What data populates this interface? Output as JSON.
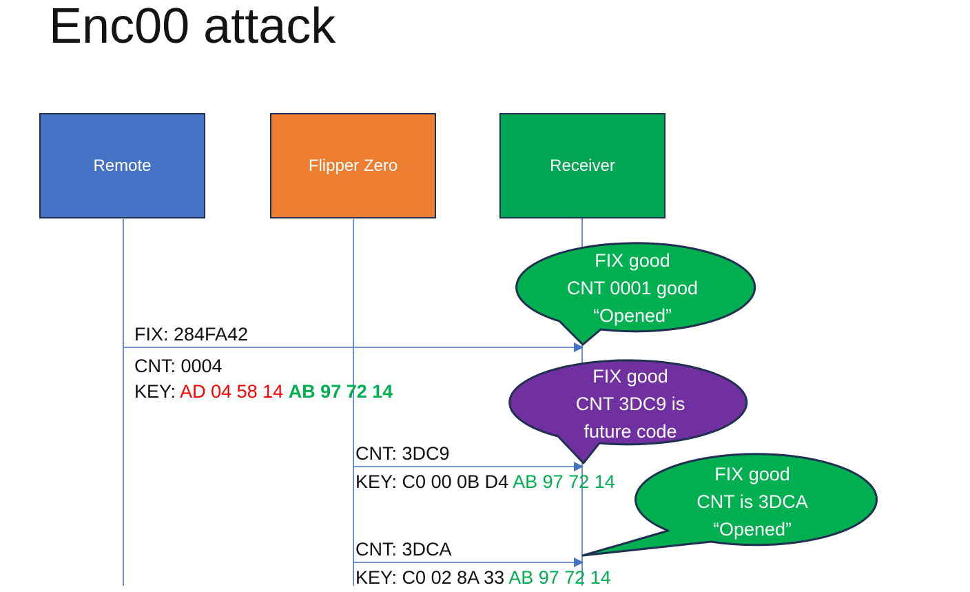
{
  "title": "Enc00 attack",
  "actors": [
    {
      "label": "Remote"
    },
    {
      "label": "Flipper Zero"
    },
    {
      "label": "Receiver"
    }
  ],
  "messages": [
    {
      "from": "Remote",
      "to": "Receiver",
      "line_above": "FIX: 284FA42",
      "line_below_1": "CNT: 0004",
      "key_prefix": "KEY: ",
      "key_changed": "AD 04 58 14 ",
      "key_fixed": "AB 97 72 14"
    },
    {
      "from": "Flipper Zero",
      "to": "Receiver",
      "line_above": "CNT: 3DC9",
      "key_prefix": "KEY: ",
      "key_black": "C0 00 0B D4 ",
      "key_fixed": "AB 97 72 14"
    },
    {
      "from": "Flipper Zero",
      "to": "Receiver",
      "line_above": "CNT: 3DCA",
      "key_prefix": "KEY: ",
      "key_black": "C0 02 8A 33 ",
      "key_fixed": "AB 97 72 14"
    }
  ],
  "callouts": [
    {
      "lines": [
        "FIX good",
        "CNT 0001 good",
        "“Opened”"
      ],
      "color_name": "green"
    },
    {
      "lines": [
        "FIX good",
        "CNT 3DC9 is",
        "future code"
      ],
      "color_name": "purple"
    },
    {
      "lines": [
        "FIX good",
        "CNT is 3DCA",
        "“Opened”"
      ],
      "color_name": "green"
    }
  ],
  "colors": {
    "remote_box_fill": "#4472C4",
    "flipper_box_fill": "#ED7D31",
    "receiver_box_fill": "#00A651",
    "callout_green_fill": "#00B050",
    "callout_purple_fill": "#7030A0",
    "shape_outline": "#1F3050",
    "connector_blue": "#4472C4",
    "key_changed_red": "#FF0000",
    "key_fixed_green": "#00B050"
  }
}
